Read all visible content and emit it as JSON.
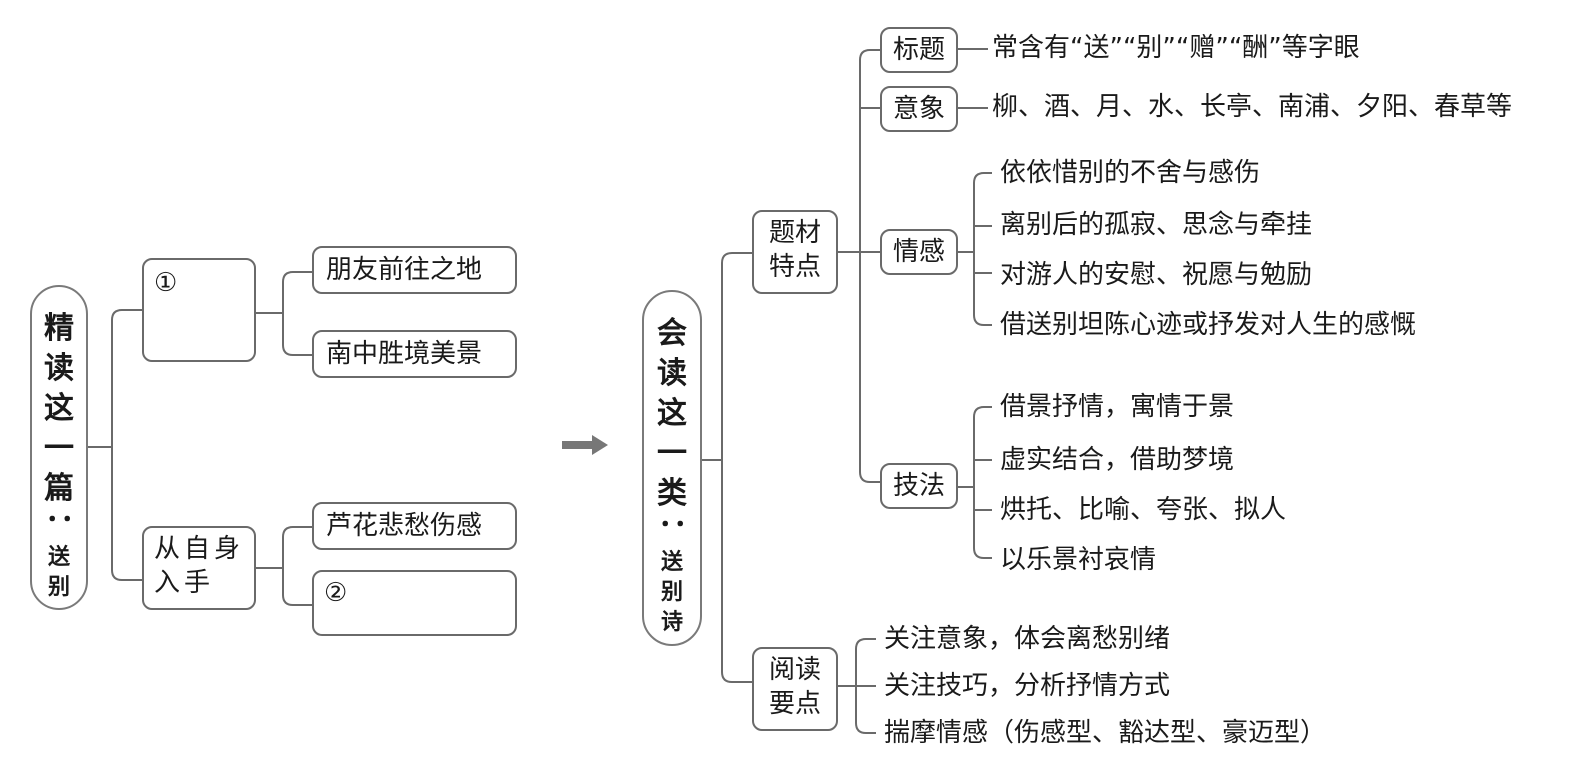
{
  "left_root": {
    "title_chars": [
      "精",
      "读",
      "这",
      "一",
      "篇"
    ],
    "colon": "：",
    "subtitle_chars": [
      "送",
      "别"
    ]
  },
  "left_branches": [
    {
      "label": "①",
      "children": [
        "朋友前往之地",
        "南中胜境美景"
      ]
    },
    {
      "label_line1": "从自身",
      "label_line2": "入手",
      "children": [
        "芦花悲愁伤感",
        "②"
      ]
    }
  ],
  "arrow": {
    "icon": "right-arrow-icon"
  },
  "right_root": {
    "title_chars": [
      "会",
      "读",
      "这",
      "一",
      "类"
    ],
    "colon": "：",
    "subtitle_chars": [
      "送",
      "别",
      "诗"
    ]
  },
  "right_branches": {
    "topic": {
      "label_line1": "题材",
      "label_line2": "特点",
      "title": {
        "label": "标题",
        "text": "常含有“送”“别”“赠”“酬”等字眼"
      },
      "imagery": {
        "label": "意象",
        "text": "柳、酒、月、水、长亭、南浦、夕阳、春草等"
      },
      "emotion": {
        "label": "情感",
        "items": [
          "依依惜别的不舍与感伤",
          "离别后的孤寂、思念与牵挂",
          "对游人的安慰、祝愿与勉励",
          "借送别坦陈心迹或抒发对人生的感慨"
        ]
      },
      "technique": {
        "label": "技法",
        "items": [
          "借景抒情，寓情于景",
          "虚实结合，借助梦境",
          "烘托、比喻、夸张、拟人",
          "以乐景衬哀情"
        ]
      }
    },
    "reading": {
      "label_line1": "阅读",
      "label_line2": "要点",
      "items": [
        "关注意象，体会离愁别绪",
        "关注技巧，分析抒情方式",
        "揣摩情感（伤感型、豁达型、豪迈型）"
      ]
    }
  }
}
